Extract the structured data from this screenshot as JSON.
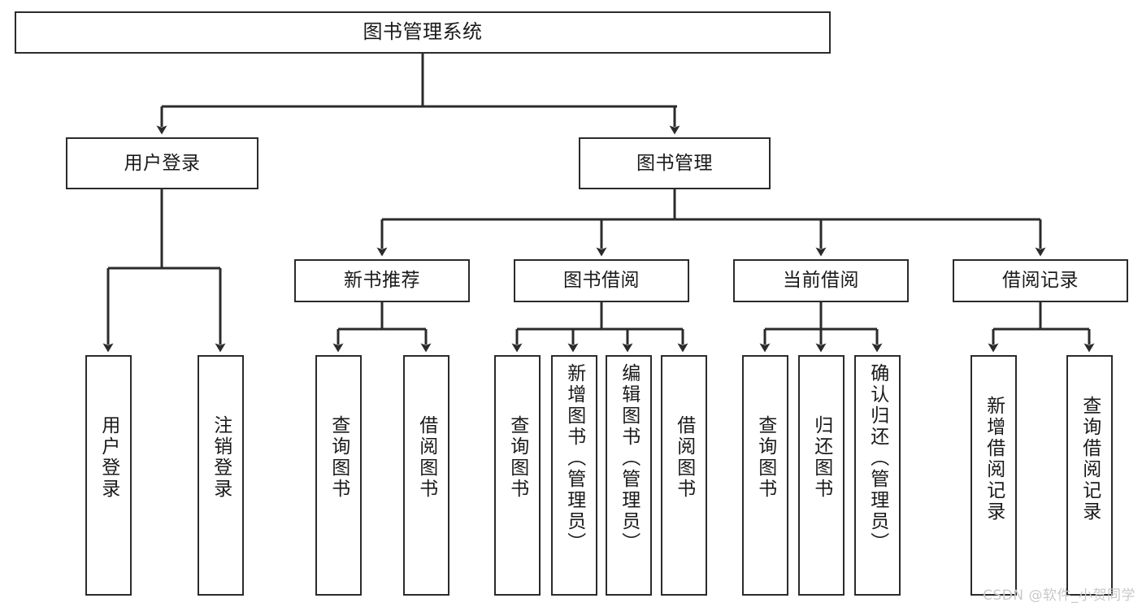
{
  "diagram": {
    "title": "图书管理系统",
    "type": "tree",
    "watermark": "CSDN @软件_小贺同学",
    "colors": {
      "box_border": "#2b2b2b",
      "box_fill": "#ffffff",
      "edge": "#2b2b2b",
      "text": "#1a1a1a",
      "watermark": "#c9c9c9"
    },
    "nodes": {
      "root": {
        "label": "图书管理系统"
      },
      "level2": [
        {
          "label": "用户登录"
        },
        {
          "label": "图书管理"
        }
      ],
      "level3": [
        {
          "label": "新书推荐"
        },
        {
          "label": "图书借阅"
        },
        {
          "label": "当前借阅"
        },
        {
          "label": "借阅记录"
        }
      ],
      "leaves": {
        "user_login": [
          {
            "label": "用户登录"
          },
          {
            "label": "注销登录"
          }
        ],
        "new_book": [
          {
            "label": "查询图书"
          },
          {
            "label": "借阅图书"
          }
        ],
        "borrow_book": [
          {
            "label": "查询图书"
          },
          {
            "label": "新增图书（管理员）"
          },
          {
            "label": "编辑图书（管理员）"
          },
          {
            "label": "借阅图书"
          }
        ],
        "current_borrow": [
          {
            "label": "查询图书"
          },
          {
            "label": "归还图书"
          },
          {
            "label": "确认归还（管理员）"
          }
        ],
        "borrow_record": [
          {
            "label": "新增借阅记录"
          },
          {
            "label": "查询借阅记录"
          }
        ]
      }
    }
  }
}
